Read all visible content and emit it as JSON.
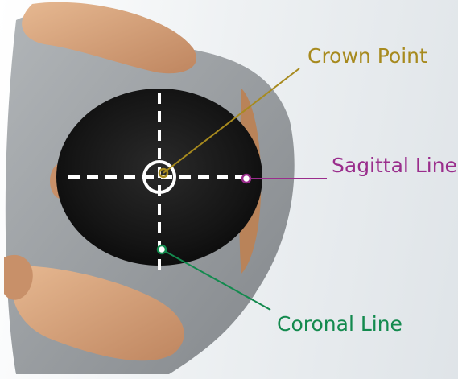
{
  "labels": {
    "crown_point": "Crown Point",
    "sagittal_line": "Sagittal Line",
    "coronal_line": "Coronal Line"
  },
  "colors": {
    "crown_point": "#a78a1e",
    "sagittal_line": "#9a2d8c",
    "coronal_line": "#138a4e",
    "guide_lines": "#ffffff",
    "hair": "#1a1a1a",
    "shirt": "#9a9ea2",
    "skin": "#d4a07a"
  },
  "icons": {
    "crown_marker": "circle-marker",
    "sagittal_marker": "ring-marker",
    "coronal_marker": "ring-marker"
  }
}
